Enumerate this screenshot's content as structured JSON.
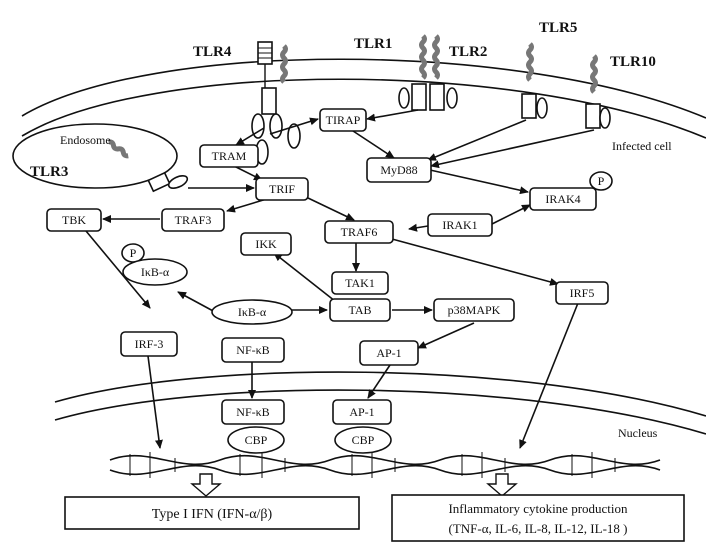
{
  "receptors": {
    "tlr4": "TLR4",
    "tlr1": "TLR1",
    "tlr2": "TLR2",
    "tlr5": "TLR5",
    "tlr10": "TLR10",
    "tlr3": "TLR3"
  },
  "compartments": {
    "endosome": "Endosome",
    "infected_cell": "Infected cell",
    "nucleus": "Nucleus"
  },
  "nodes": {
    "tirap": "TIRAP",
    "tram": "TRAM",
    "myd88": "MyD88",
    "trif": "TRIF",
    "irak4": "IRAK4",
    "irak4_p": "P",
    "tbk": "TBK",
    "traf3": "TRAF3",
    "traf6": "TRAF6",
    "irak1": "IRAK1",
    "ikk": "IKK",
    "p": "P",
    "ikb_p": "IκB-α",
    "tak1": "TAK1",
    "irf5": "IRF5",
    "ikb": "IκB-α",
    "tab": "TAB",
    "p38mapk": "p38MAPK",
    "irf3": "IRF-3",
    "nfkb": "NF-κB",
    "ap1": "AP-1",
    "nfkb_nuc": "NF-κB",
    "ap1_nuc": "AP-1",
    "cbp1": "CBP",
    "cbp2": "CBP"
  },
  "outputs": {
    "type1_ifn": "Type I IFN (IFN-α/β)",
    "inflam_line1": "Inflammatory cytokine production",
    "inflam_line2": "(TNF-α, IL-6, IL-8, IL-12, IL-18 )"
  }
}
